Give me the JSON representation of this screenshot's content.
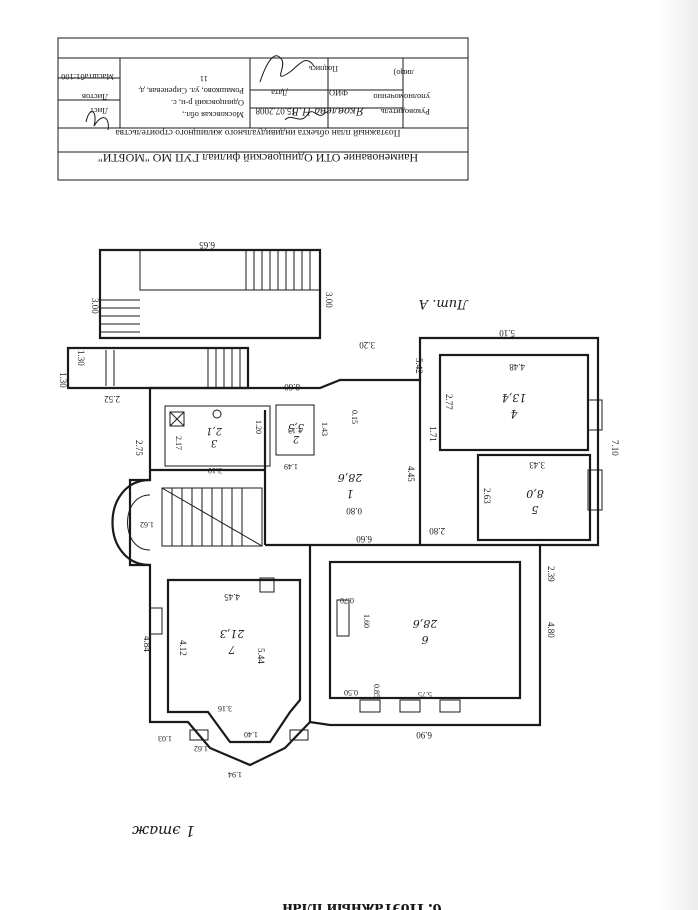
{
  "stamp": {
    "header_title": "Наименование ОТИ Одинцовский филиал ГУП МО \"МОБТИ\"",
    "plan_subtitle": "Поэтажный план объекта индивидуального жилищного строительства",
    "left_col": [
      "Руководитель",
      "уполномоченно",
      "лицо)"
    ],
    "col_fio_label": "ФИО",
    "fio_value": "Яковлева Н.В.",
    "col_date_label": "Дата",
    "date_value": "15.07.2008",
    "col_signature_label": "Подпись",
    "address_lines": [
      "Московская обл.,",
      "Одинцовский р-н, с.",
      "Ромашково, ул. Сиреневая, д.",
      "11"
    ],
    "sheet_label": "Лист",
    "sheets_label": "Листов",
    "scale_label": "Масштаб1:100"
  },
  "plan": {
    "lit_label": "Лит. А",
    "floor_label": "1 этаж",
    "bottom_title": "6. Поэтажный план",
    "rooms": [
      {
        "num": "1",
        "area": "28,6"
      },
      {
        "num": "2",
        "area": "5,5"
      },
      {
        "num": "3",
        "area": "2,1"
      },
      {
        "num": "4",
        "area": "13,4"
      },
      {
        "num": "5",
        "area": "8,0"
      },
      {
        "num": "6",
        "area": "28,6"
      },
      {
        "num": "7",
        "area": "21,3"
      }
    ],
    "dims": [
      "6.65",
      "3.00",
      "3.00",
      "1.30",
      "1.30",
      "2.52",
      "2.75",
      "3.20",
      "5.10",
      "7.10",
      "5.42",
      "4.48",
      "2.77",
      "1.71",
      "3.43",
      "2.63",
      "8.60",
      "0.15",
      "1.43",
      "1.13",
      "1.20",
      "2.17",
      "1.49",
      "4.45",
      "3.10",
      "0.80",
      "6.60",
      "2.80",
      "4.45",
      "2.39",
      "4.80",
      "4.84",
      "4.12",
      "5.44",
      "3.16",
      "1.40",
      "1.03",
      "1.62",
      "1.94",
      "6.90",
      "5.75",
      "0.50",
      "0.85",
      "1.60",
      "0.70",
      "1.62"
    ]
  }
}
